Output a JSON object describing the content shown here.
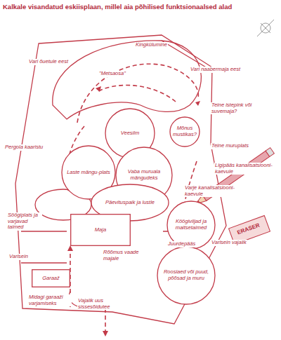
{
  "diagram": {
    "title": "Kalkale visandatud eskiisplaan, millel aia põhilised funktsionaalsed alad",
    "nodes": [
      {
        "text": [
          "Veesilm"
        ]
      },
      {
        "text": [
          "Mõnus mustikas?"
        ]
      },
      {
        "text": [
          "Laste mängu-plats"
        ]
      },
      {
        "text": [
          "Vaba muruala mängudeks"
        ]
      },
      {
        "text": [
          "Päevituspaik ja lustle"
        ]
      },
      {
        "text": [
          "Maja"
        ]
      },
      {
        "text": [
          "Köögiviljad ja maitsetaimed"
        ]
      },
      {
        "text": [
          "Roosiaed või puud, põõsad ja muru"
        ]
      },
      {
        "text": [
          "Garaaž"
        ]
      }
    ],
    "labels": [
      "Vari õuetule eest",
      "Kingkülumine",
      "\"Metsaosa\"",
      "Vari naabermaja eest",
      "Pergola kaaristu",
      "Teine istepink või suvemaja?",
      "Teine muruplats",
      "Ligipääs kanalisatsiooni-kaevule",
      "Varje kanalisatsiooni-kaevule",
      "Juurdepääs",
      "Varisein vajalik",
      "Söögiplats ja varjavad taimed",
      "Varisein",
      "Rõõmus vaade majale",
      "Vajalik uus sissesõidutee",
      "Midagi garaaži varjamiseks",
      "ERASER"
    ]
  }
}
